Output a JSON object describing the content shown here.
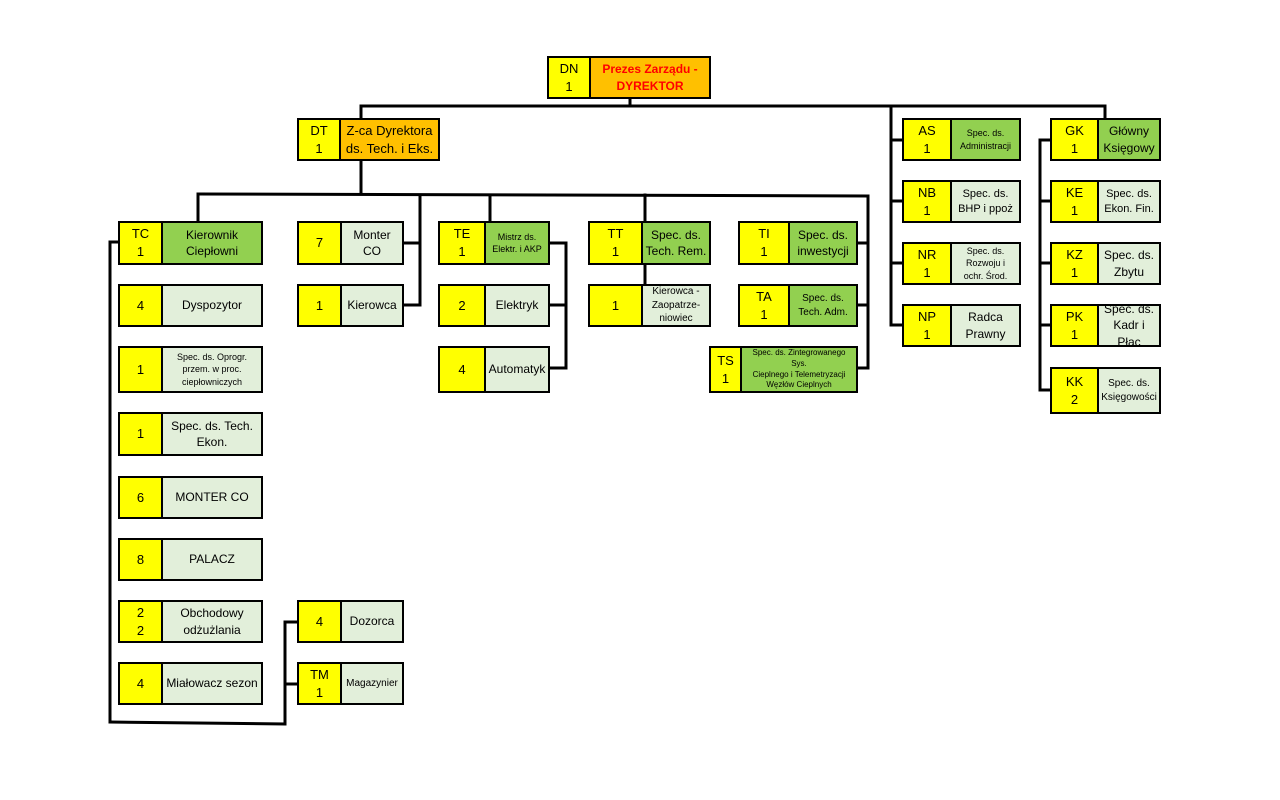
{
  "colors": {
    "code_bg": "#ffff00",
    "director_bg": "#ffc000",
    "manager_bg": "#92d050",
    "staff_bg": "#e2efda",
    "director_text": "#ff0000",
    "line": "#000000"
  },
  "nodes": {
    "dn": {
      "code": "DN",
      "count": "1",
      "label": "Prezes Zarządu -\nDYREKTOR"
    },
    "dt": {
      "code": "DT",
      "count": "1",
      "label": "Z-ca Dyrektora\nds. Tech. i Eks."
    },
    "tc": {
      "code": "TC",
      "count": "1",
      "label": "Kierownik\nCiepłowni"
    },
    "dyspozytor": {
      "count": "4",
      "label": "Dyspozytor"
    },
    "oprogr": {
      "count": "1",
      "label": "Spec. ds. Oprogr.\nprzem. w proc.\nciepłowniczych"
    },
    "techekon": {
      "count": "1",
      "label": "Spec. ds.  Tech.\nEkon."
    },
    "montertc": {
      "count": "6",
      "label": "MONTER CO"
    },
    "palacz": {
      "count": "8",
      "label": "PALACZ"
    },
    "obchodowy": {
      "count": "2\n2",
      "label": "Obchodowy\nodżużlania"
    },
    "mialowacz": {
      "count": "4",
      "label": "Miałowacz sezon"
    },
    "monterco": {
      "count": "7",
      "label": "Monter\nCO"
    },
    "kierowca": {
      "count": "1",
      "label": "Kierowca"
    },
    "dozorca": {
      "count": "4",
      "label": "Dozorca"
    },
    "tm": {
      "code": "TM",
      "count": "1",
      "label": "Magazynier"
    },
    "te": {
      "code": "TE",
      "count": "1",
      "label": "Mistrz ds.\nElektr. i AKP"
    },
    "elektryk": {
      "count": "2",
      "label": "Elektryk"
    },
    "automatyk": {
      "count": "4",
      "label": "Automatyk"
    },
    "tt": {
      "code": "TT",
      "count": "1",
      "label": "Spec. ds.\nTech. Rem."
    },
    "kierowcazaop": {
      "count": "1",
      "label": "Kierowca -\nZaopatrze-\nniowiec"
    },
    "ti": {
      "code": "TI",
      "count": "1",
      "label": "Spec. ds.\ninwestycji"
    },
    "ta": {
      "code": "TA",
      "count": "1",
      "label": "Spec. ds.\nTech. Adm."
    },
    "ts": {
      "code": "TS",
      "count": "1",
      "label": "Spec. ds. Zintegrowanego Sys.\nCieplnego i Telemetryzacji\nWęzłów Cieplnych"
    },
    "as": {
      "code": "AS",
      "count": "1",
      "label": "Spec. ds.\nAdministracji"
    },
    "nb": {
      "code": "NB",
      "count": "1",
      "label": "Spec. ds.\nBHP i ppoż"
    },
    "nr": {
      "code": "NR",
      "count": "1",
      "label": "Spec. ds.\nRozwoju i\nochr. Środ."
    },
    "np": {
      "code": "NP",
      "count": "1",
      "label": "Radca\nPrawny"
    },
    "gk": {
      "code": "GK",
      "count": "1",
      "label": "Główny\nKsięgowy"
    },
    "ke": {
      "code": "KE",
      "count": "1",
      "label": "Spec. ds.\nEkon. Fin."
    },
    "kz": {
      "code": "KZ",
      "count": "1",
      "label": "Spec. ds.\nZbytu"
    },
    "pk": {
      "code": "PK",
      "count": "1",
      "label": "Spec. ds.\nKadr i Płac"
    },
    "kk": {
      "code": "KK",
      "count": "2",
      "label": "Spec. ds.\nKsięgowości"
    }
  }
}
